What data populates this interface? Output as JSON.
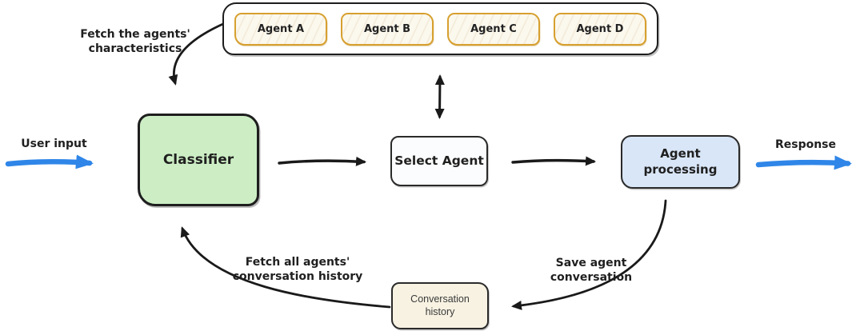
{
  "diagram": {
    "title": "multi-agent-routing-flow",
    "agents_panel": {
      "items": [
        "Agent A",
        "Agent B",
        "Agent C",
        "Agent D"
      ]
    },
    "nodes": {
      "classifier": "Classifier",
      "select_agent": "Select Agent",
      "agent_processing": "Agent\nprocessing",
      "conversation_history": "Conversation\nhistory"
    },
    "edge_labels": {
      "user_input": "User input",
      "response": "Response",
      "fetch_characteristics": "Fetch the agents'\ncharacteristics",
      "fetch_history": "Fetch all agents'\nconversation history",
      "save_conversation": "Save agent\nconversation"
    },
    "colors": {
      "classifier_fill": "#cdeec5",
      "select_agent_fill": "#fbfcfd",
      "agent_processing_fill": "#d9e6f7",
      "conversation_history_fill": "#f7f2e2",
      "agent_box_border": "#d7a02f",
      "arrow_blue": "#2f86e8",
      "arrow_black": "#1a1a1a",
      "background": "#ffffff"
    }
  }
}
